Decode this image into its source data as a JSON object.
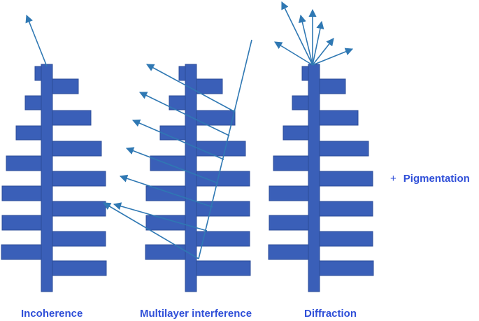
{
  "labels": {
    "incoherence": "Incoherence",
    "multilayer": "Multilayer interference",
    "diffraction": "Diffraction",
    "pigmentation_plus": "+",
    "pigmentation": "Pigmentation"
  },
  "colors": {
    "structure": "#3a5fb8",
    "structure_edge": "#2c4c99",
    "ray": "#2f78b3",
    "text": "#2f4fd8"
  }
}
